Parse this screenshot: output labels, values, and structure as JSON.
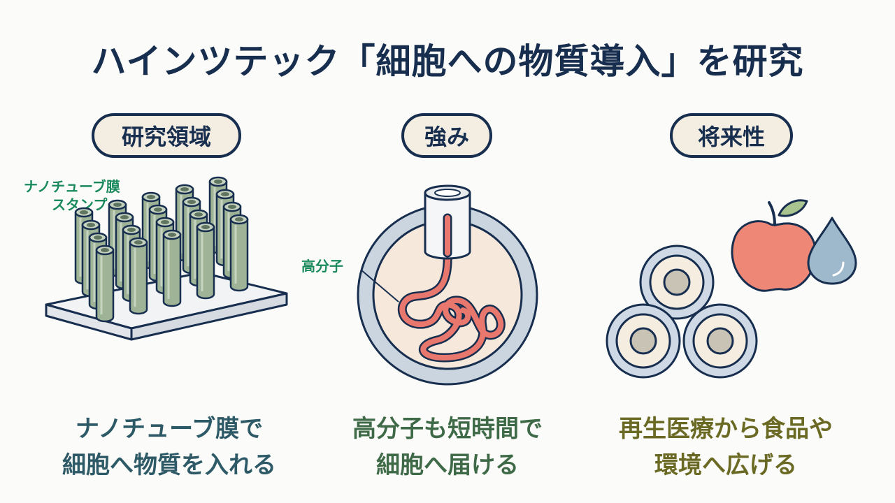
{
  "title": "ハインツテック「細胞への物質導入」を研究",
  "columns": [
    {
      "heading": "研究領域",
      "callout_lines": [
        "ナノチューブ膜",
        "スタンプ"
      ],
      "caption_lines": [
        "ナノチューブ膜で",
        "細胞へ物質を入れる"
      ],
      "caption_color": "#2d5a66",
      "icon": "nanotube-stamp-icon"
    },
    {
      "heading": "強み",
      "callout_lines": [
        "高分子"
      ],
      "caption_lines": [
        "高分子も短時間で",
        "細胞へ届ける"
      ],
      "caption_color": "#3f6a47",
      "icon": "cell-injection-icon"
    },
    {
      "heading": "将来性",
      "caption_lines": [
        "再生医療から食品や",
        "環境へ広げる"
      ],
      "caption_color": "#6b6a24",
      "icon": "cells-apple-water-icon"
    }
  ],
  "colors": {
    "navy": "#172e4f",
    "pill_fill": "#f4ede2",
    "tube": "#9fb497",
    "polymer": "#e8776e",
    "apple": "#ef8777",
    "drop": "#9fb9cc",
    "cell_ring": "#8fa5c2",
    "nucleus": "#c9c3b6"
  }
}
